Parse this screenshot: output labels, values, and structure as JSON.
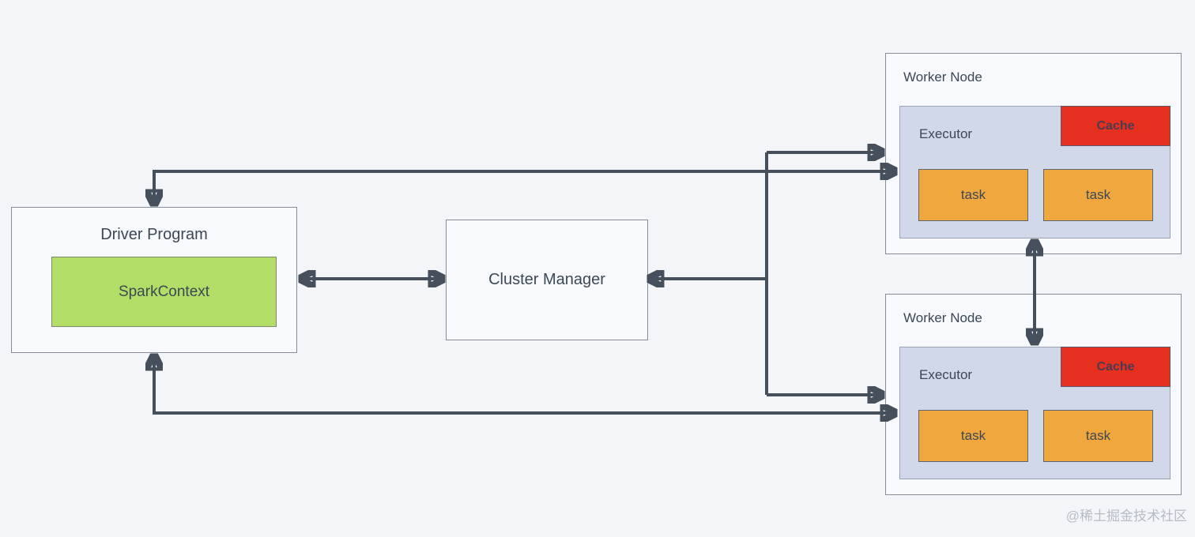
{
  "diagram": {
    "driver": {
      "title": "Driver Program",
      "spark_context_label": "SparkContext"
    },
    "cluster_manager": {
      "title": "Cluster Manager"
    },
    "workers": [
      {
        "title": "Worker Node",
        "executor_label": "Executor",
        "cache_label": "Cache",
        "tasks": [
          "task",
          "task"
        ]
      },
      {
        "title": "Worker Node",
        "executor_label": "Executor",
        "cache_label": "Cache",
        "tasks": [
          "task",
          "task"
        ]
      }
    ],
    "watermark": "@稀土掘金技术社区"
  },
  "colors": {
    "page_bg": "#f3f5f9",
    "node_fill": "#f7f9fc",
    "node_border": "#858d98",
    "executor_fill": "#d0d8ea",
    "cache_fill": "#e6301f",
    "task_fill": "#f0a73d",
    "spark_fill": "#b2dd66",
    "arrow": "#45505c",
    "text": "#3c4855",
    "watermark": "#b6bcc6"
  }
}
